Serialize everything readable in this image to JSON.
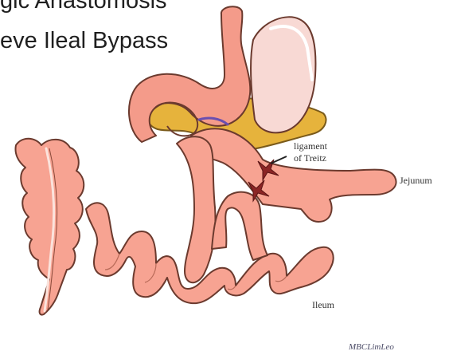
{
  "title": {
    "line1": "gic Anastomosis",
    "line2": "eve Ileal Bypass"
  },
  "labels": {
    "ligament_line1": "ligament",
    "ligament_line2": "of Treitz",
    "jejunum": "Jejunum",
    "ileum": "Ileum"
  },
  "signature": "MBCLimLeo",
  "colors": {
    "bowel_fill": "#f7a392",
    "bowel_outline": "#6b3a2e",
    "stomach_fill": "#f49b8a",
    "remnant_fill": "#f8d9d4",
    "pancreas_fill": "#e6b33c",
    "marker": "#8b2525"
  }
}
